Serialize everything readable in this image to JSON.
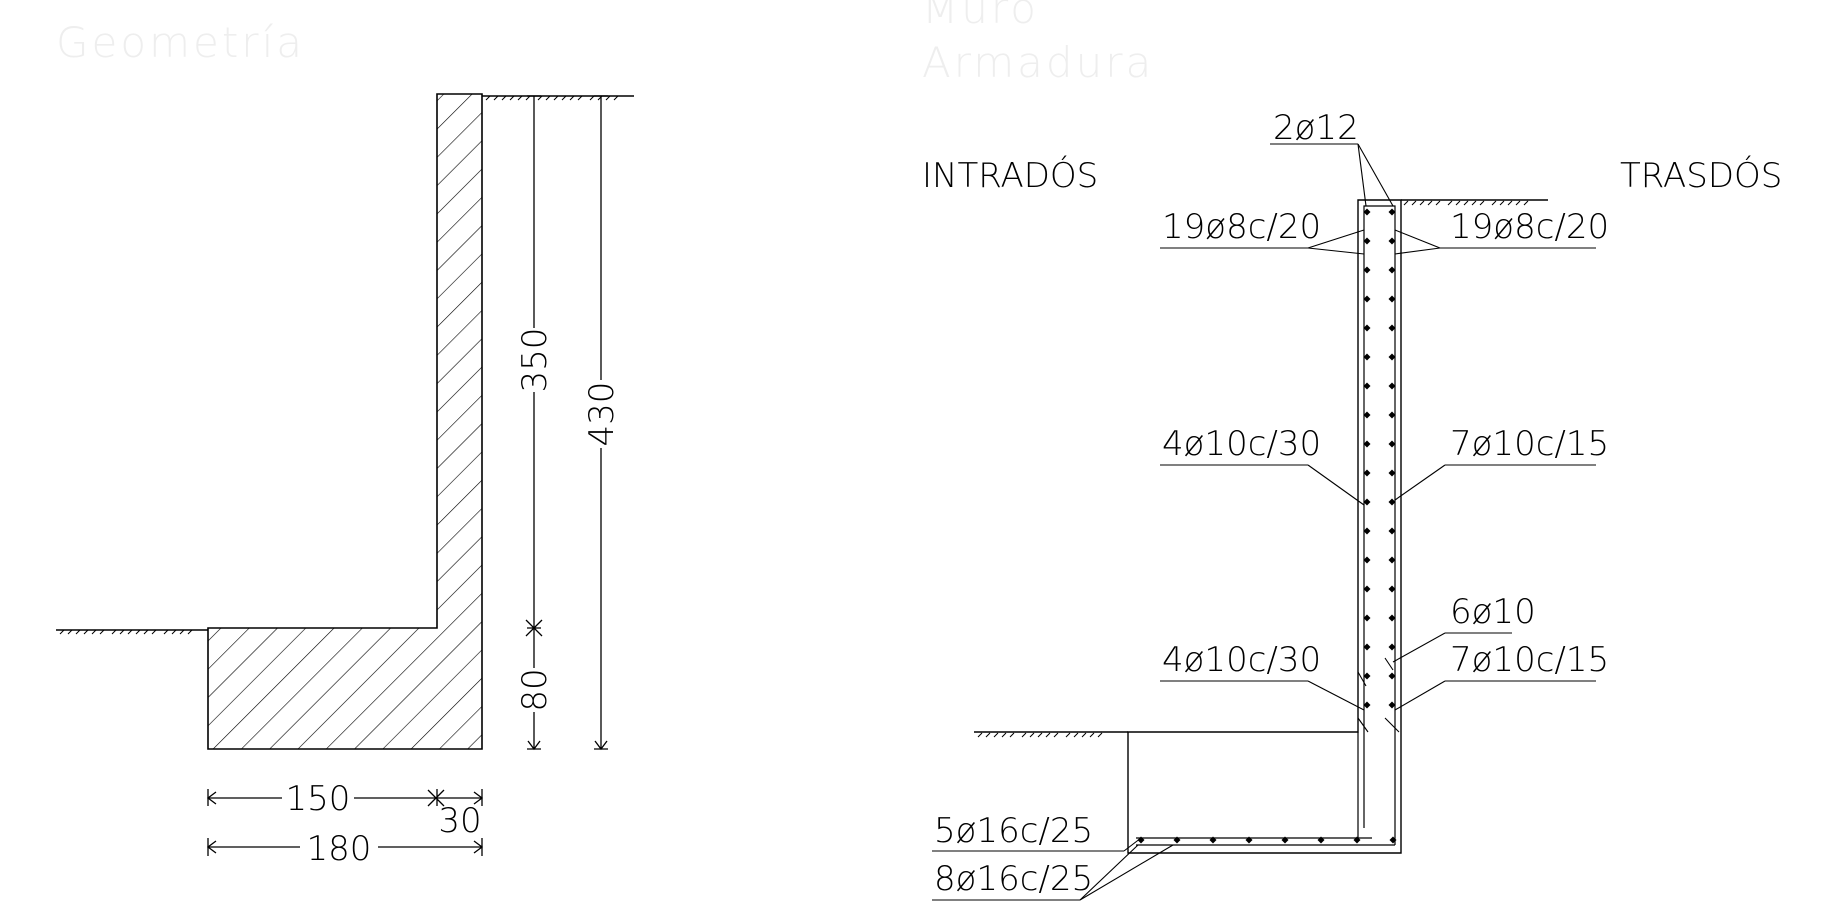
{
  "colors": {
    "ghost_heading": "#eeeeee",
    "line": "#000000",
    "background": "#ffffff"
  },
  "geometry_panel": {
    "heading": "Geometría",
    "dims": {
      "stem_height": "350",
      "total_height": "430",
      "footing_thickness": "80",
      "heel_width": "150",
      "stem_thickness": "30",
      "footing_width": "180"
    }
  },
  "reinforcement_panel": {
    "heading_line1": "Muro",
    "heading_line2": "Armadura",
    "side_left": "INTRADÓS",
    "side_right": "TRASDÓS",
    "labels": {
      "top_bars": "2ø12",
      "dist_left": "19ø8c/20",
      "dist_right": "19ø8c/20",
      "main_left_upper": "4ø10c/30",
      "main_right_upper": "7ø10c/15",
      "extra_right": "6ø10",
      "main_left_lower": "4ø10c/30",
      "main_right_lower": "7ø10c/15",
      "footing_top": "5ø16c/25",
      "footing_bottom": "8ø16c/25"
    }
  }
}
